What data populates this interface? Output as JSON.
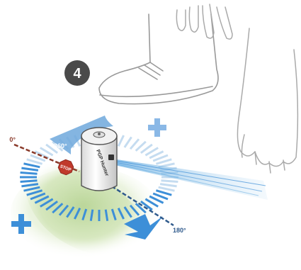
{
  "step": {
    "number": "4"
  },
  "angles": {
    "zero": "0°",
    "full": "360°",
    "half": "180°"
  },
  "stop_label": "STOP",
  "rotor_label": "PGP Hunter",
  "icons": {
    "plus": "plus-icon",
    "stop_sign": "stop-sign-icon"
  },
  "colors": {
    "arc_blue": "#3d8fd8",
    "arc_light": "#c5dcf0",
    "lawn_green": "#bcd79a",
    "zero_line": "#8a3a2a",
    "badge": "#4a4a4a",
    "stop_red": "#c0392b",
    "spray": "#9ec9ea"
  }
}
